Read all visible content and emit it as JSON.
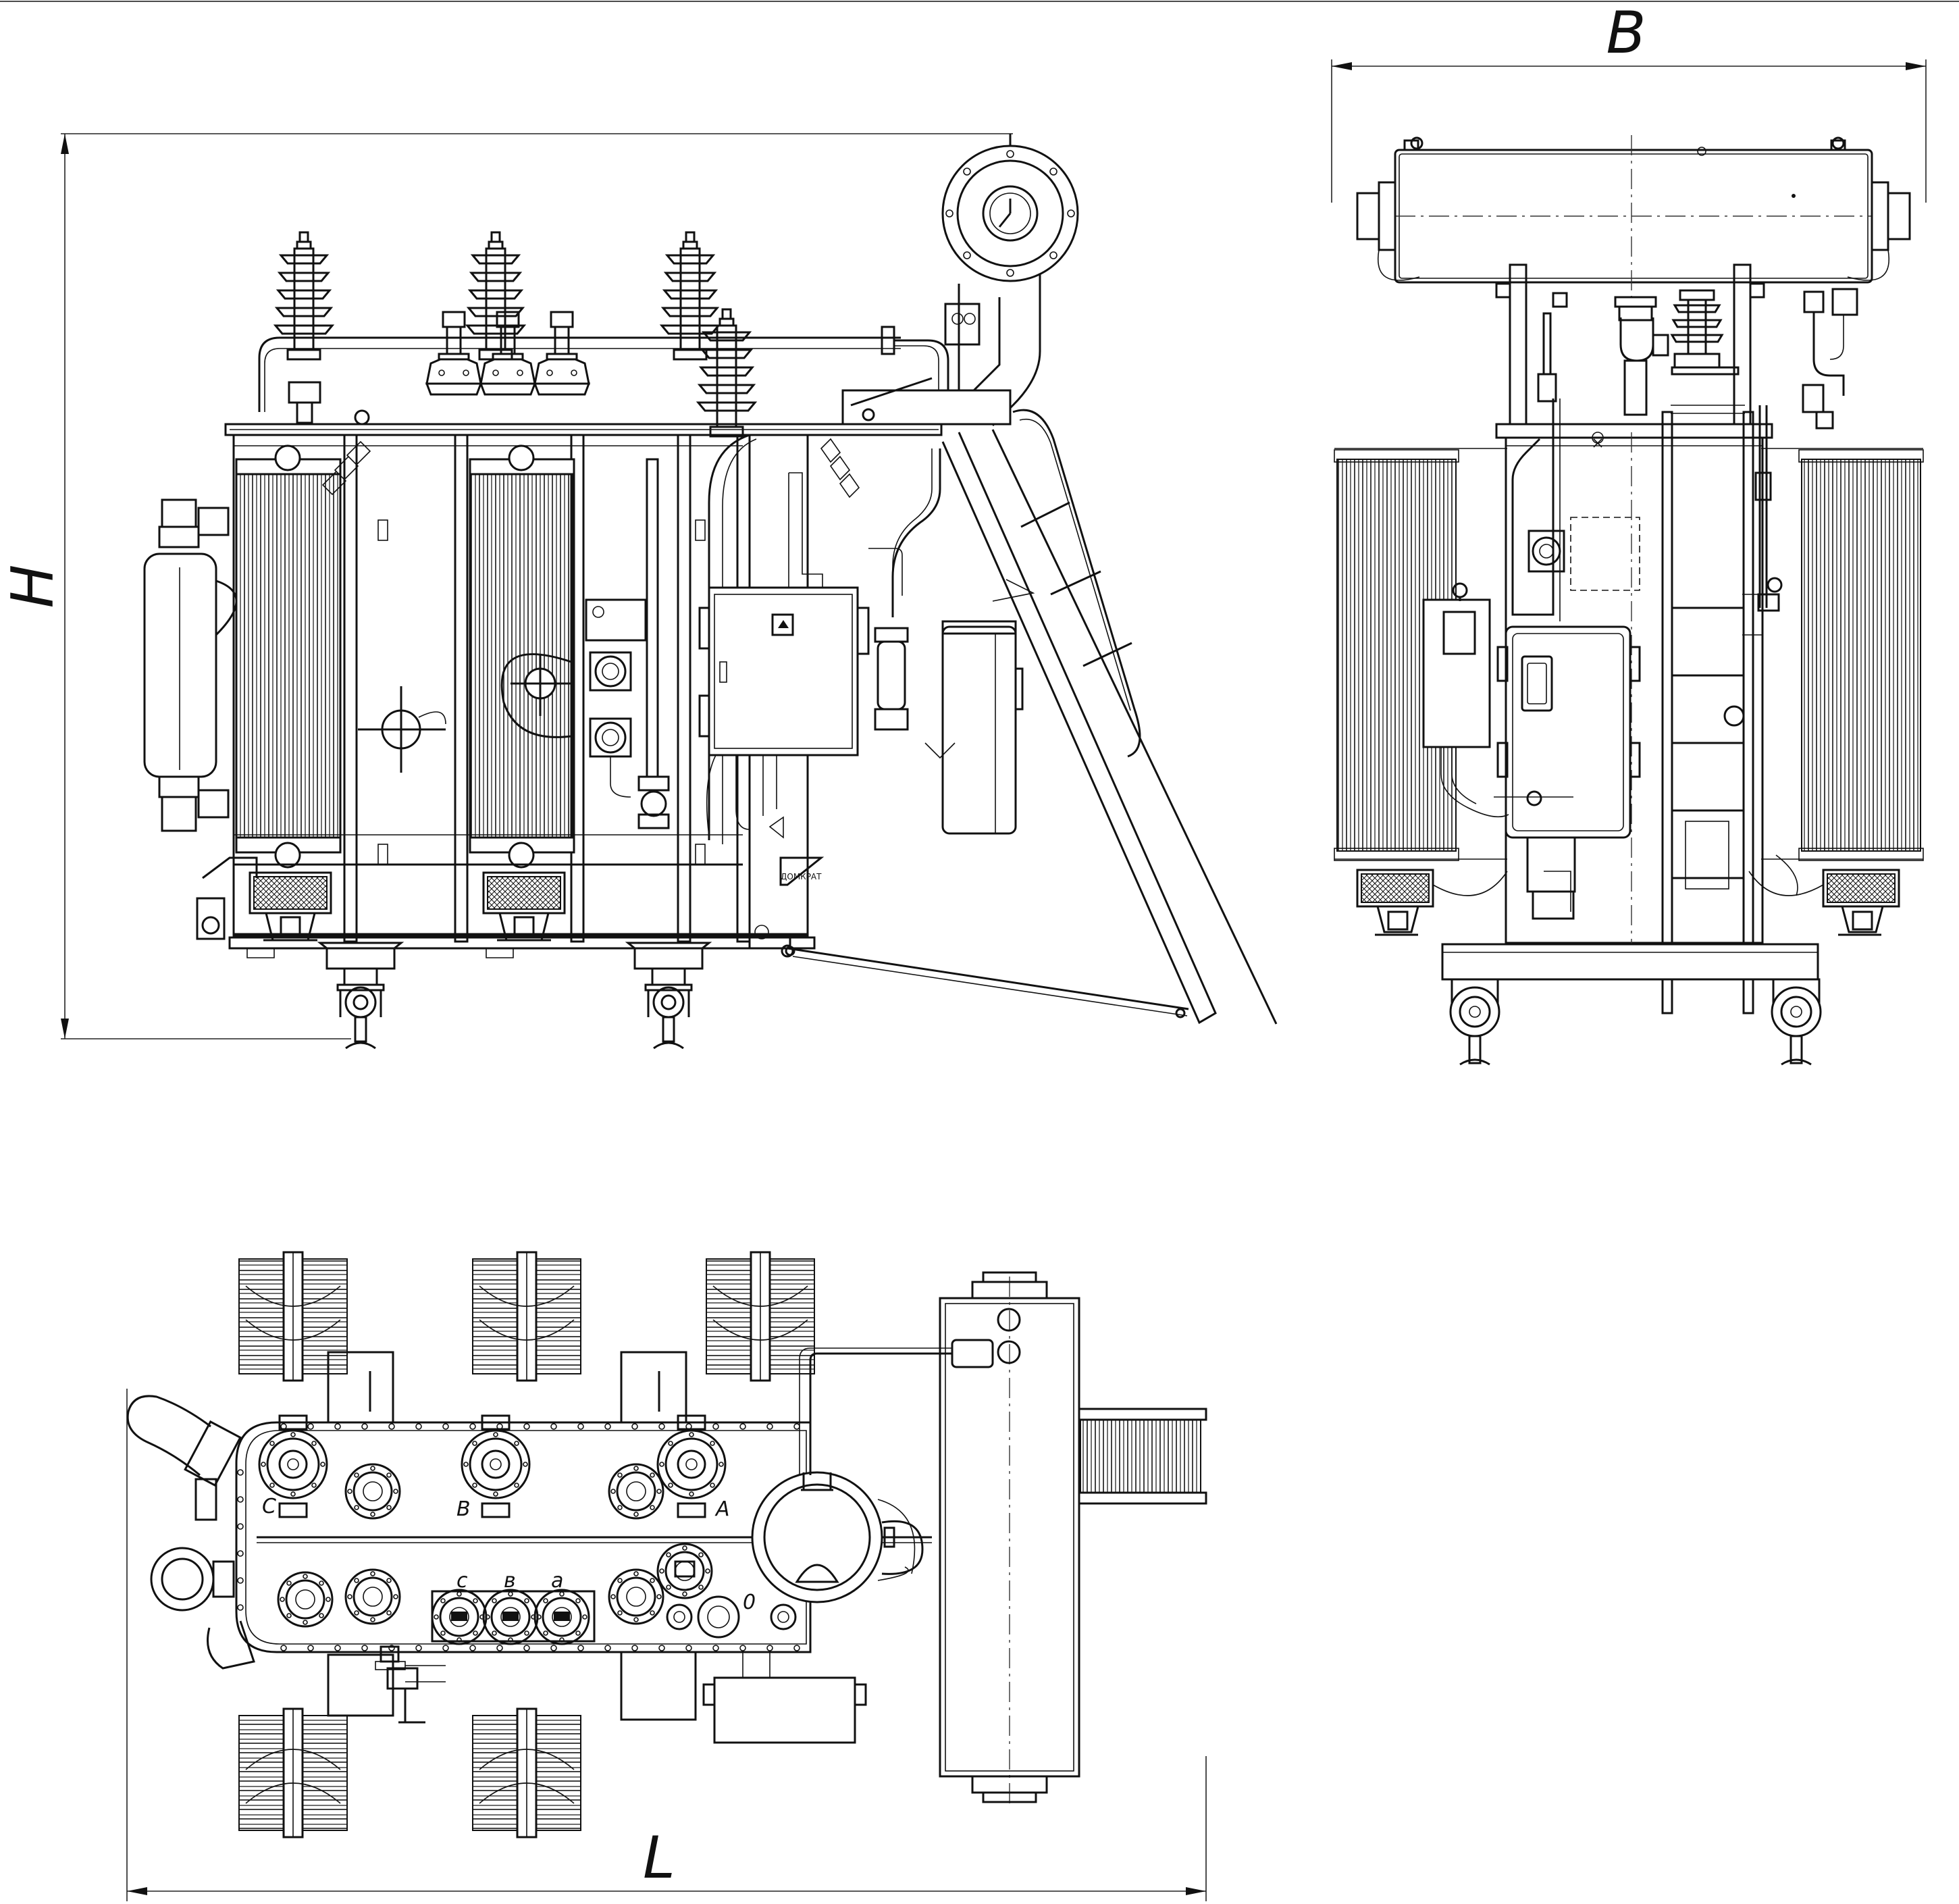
{
  "dimensions": {
    "height": "H",
    "width": "B",
    "length": "L"
  },
  "plan_labels": {
    "hv_c": "C",
    "hv_b": "B",
    "hv_a": "A",
    "lv_c": "c",
    "lv_b": "в",
    "lv_a": "a",
    "neutral": "0"
  },
  "annotations": {
    "jack": "ДОМКРАТ"
  },
  "icons": [
    "bushing-icon",
    "radiator-icon",
    "fan-icon",
    "wheel-icon",
    "valve-icon",
    "conservator-icon",
    "control-cabinet-icon",
    "ladder-icon"
  ],
  "colors": {
    "line": "#111111",
    "background": "#ffffff"
  }
}
